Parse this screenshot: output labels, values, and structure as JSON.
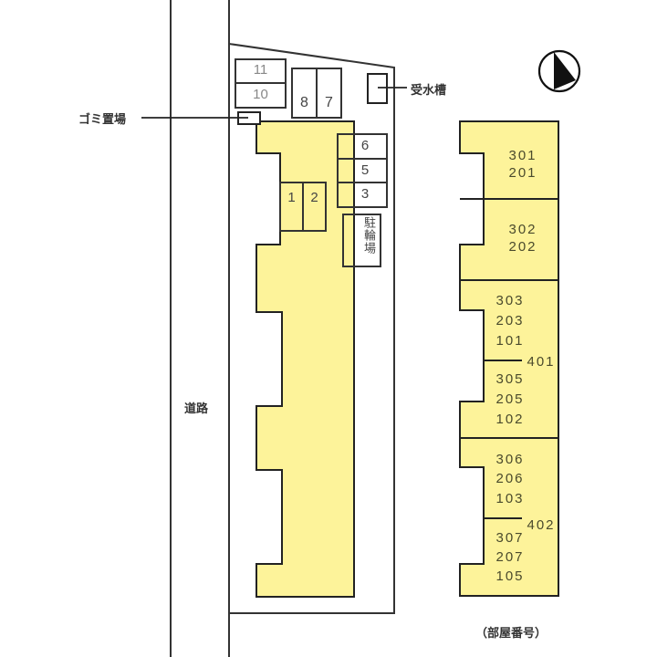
{
  "title": "Site layout plan",
  "colors": {
    "building_fill": "#fdf39a",
    "line": "#222222",
    "text": "#4a4a2c"
  },
  "labels": {
    "road": "道路",
    "garbage": "ゴミ置場",
    "water_tank": "受水槽",
    "bicycle_parking": "駐輪場",
    "room_numbers_caption": "（部屋番号）",
    "north_icon": "north-arrow"
  },
  "parking": {
    "stalls": [
      "11",
      "10",
      "8",
      "7",
      "6",
      "5",
      "3",
      "1",
      "2"
    ]
  },
  "building_east": {
    "sections": [
      {
        "rooms": [
          "301",
          "201"
        ]
      },
      {
        "rooms": [
          "302",
          "202"
        ]
      },
      {
        "rooms_upper": [
          "303",
          "203",
          "101"
        ],
        "rooms_lower": [
          "305",
          "205",
          "102"
        ],
        "side_label": "401"
      },
      {
        "rooms_upper": [
          "306",
          "206",
          "103"
        ],
        "rooms_lower": [
          "307",
          "207",
          "105"
        ],
        "side_label": "402"
      }
    ]
  }
}
